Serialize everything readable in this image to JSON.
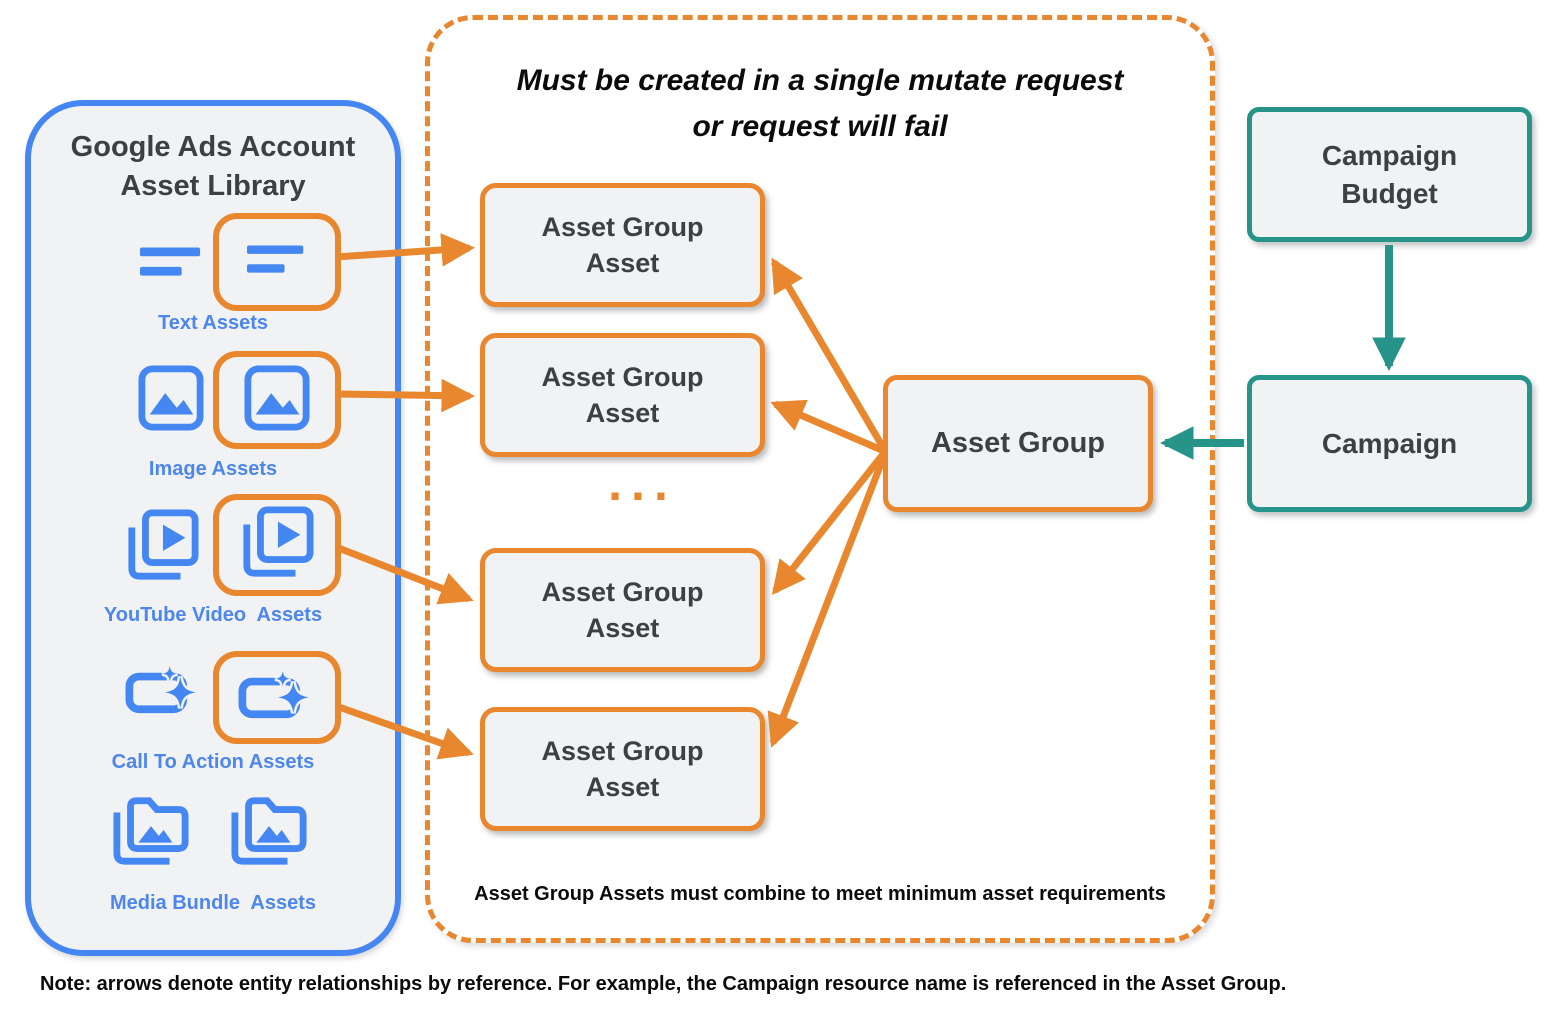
{
  "colors": {
    "blue": "#4587F2",
    "blue_label": "#4D86EC",
    "orange": "#E8872E",
    "teal": "#27948A",
    "box_fill": "#F1F2F3",
    "panel_fill": "#F1F2F3",
    "text_dark": "#3C4043",
    "text_black": "#0B0B0B"
  },
  "asset_library": {
    "title_line1": "Google Ads Account",
    "title_line2": "Asset Library",
    "groups": [
      {
        "label": "Text Assets",
        "icon": "text-lines-icon",
        "highlighted": true
      },
      {
        "label": "Image Assets",
        "icon": "image-icon",
        "highlighted": true
      },
      {
        "label": "YouTube Video  Assets",
        "icon": "video-stack-icon",
        "highlighted": true
      },
      {
        "label": "Call To Action Assets",
        "icon": "cta-sparkle-icon",
        "highlighted": true
      },
      {
        "label": "Media Bundle  Assets",
        "icon": "media-bundle-folder-icon",
        "highlighted": false
      }
    ]
  },
  "mutate_region": {
    "title_line1": "Must be created in a single mutate request",
    "title_line2": "or request will fail",
    "boxes": [
      {
        "line1": "Asset Group",
        "line2": "Asset"
      },
      {
        "line1": "Asset Group",
        "line2": "Asset"
      },
      {
        "line1": "Asset Group",
        "line2": "Asset"
      },
      {
        "line1": "Asset Group",
        "line2": "Asset"
      }
    ],
    "ellipsis": "...",
    "footnote": "Asset Group Assets must combine to meet minimum asset requirements"
  },
  "asset_group": {
    "label": "Asset Group"
  },
  "campaign_budget": {
    "label_line1": "Campaign",
    "label_line2": "Budget"
  },
  "campaign": {
    "label": "Campaign"
  },
  "note": "Note: arrows denote entity relationships by reference. For example, the Campaign resource name is referenced in the Asset Group."
}
